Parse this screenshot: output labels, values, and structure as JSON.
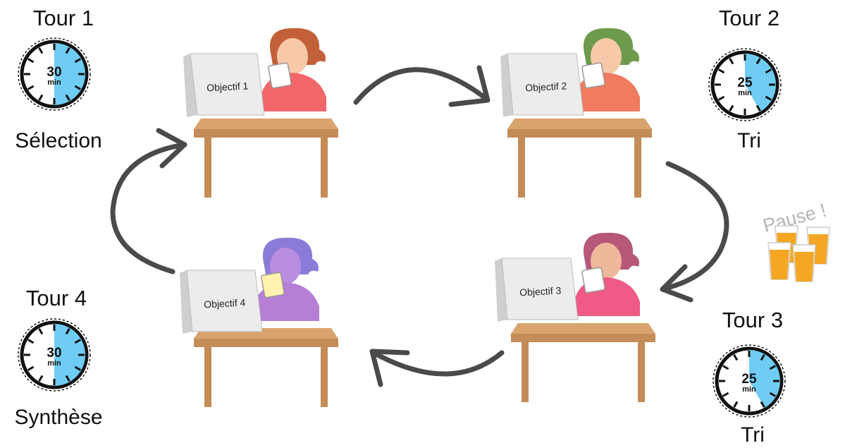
{
  "rounds": [
    {
      "title": "Tour 1",
      "minutes": "30",
      "unit": "min",
      "activity": "Sélection",
      "fraction": 0.5
    },
    {
      "title": "Tour 2",
      "minutes": "25",
      "unit": "min",
      "activity": "Tri",
      "fraction": 0.4167
    },
    {
      "title": "Tour 3",
      "minutes": "25",
      "unit": "min",
      "activity": "Tri",
      "fraction": 0.4167
    },
    {
      "title": "Tour 4",
      "minutes": "30",
      "unit": "min",
      "activity": "Synthèse",
      "fraction": 0.5
    }
  ],
  "stations": [
    {
      "label": "Objectif 1",
      "hair": "#c2603a",
      "shirt": "#f2676a"
    },
    {
      "label": "Objectif 2",
      "hair": "#6d9a4b",
      "shirt": "#f07b5f"
    },
    {
      "label": "Objectif 3",
      "hair": "#b7577a",
      "shirt": "#ef5a86"
    },
    {
      "label": "Objectif 4",
      "hair": "#8c7ad8",
      "shirt": "#b67fd6"
    }
  ],
  "pause": {
    "label": "Pause !"
  },
  "colors": {
    "timer_fill": "#6fcdf5",
    "arrow": "#4a4a4a",
    "table": "#d9a36e",
    "table_dark": "#c48c57",
    "card": "#e9e9e9",
    "juice": "#f5a623"
  }
}
